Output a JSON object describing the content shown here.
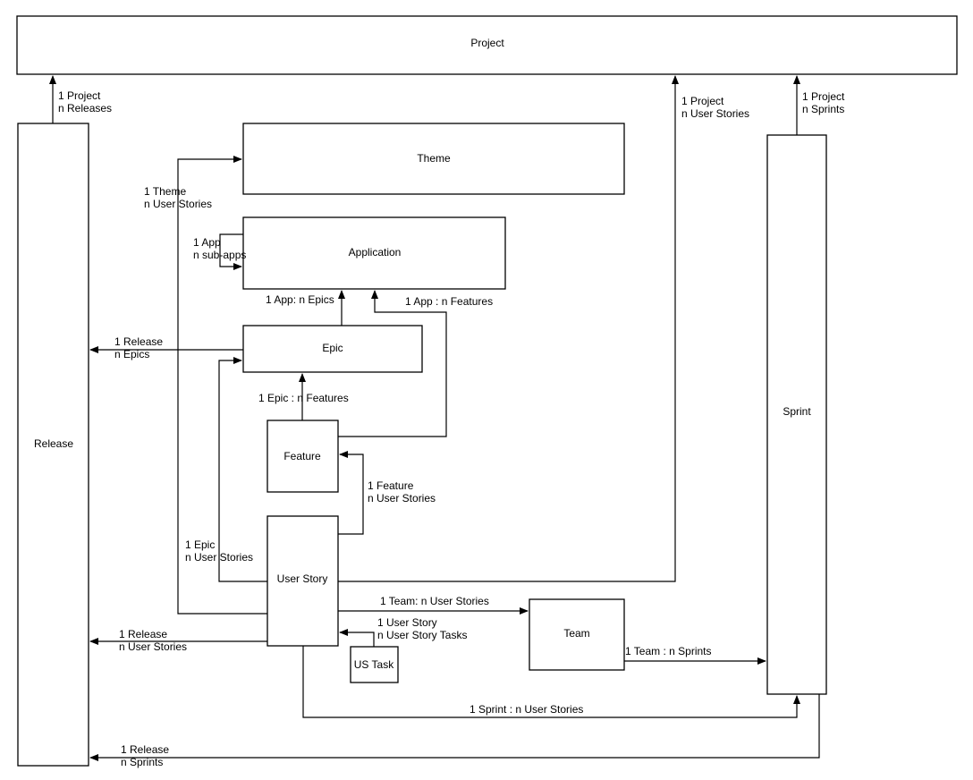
{
  "entities": {
    "project": "Project",
    "release": "Release",
    "theme": "Theme",
    "application": "Application",
    "epic": "Epic",
    "feature": "Feature",
    "user_story": "User Story",
    "team": "Team",
    "us_task": "US Task",
    "sprint": "Sprint"
  },
  "relations": {
    "project_releases": [
      "1 Project",
      "n Releases"
    ],
    "project_user_stories": [
      "1 Project",
      "n User Stories"
    ],
    "project_sprints": [
      "1 Project",
      "n Sprints"
    ],
    "theme_user_stories": [
      "1 Theme",
      "n User Stories"
    ],
    "app_sub_apps": [
      "1 App",
      "n sub-apps"
    ],
    "app_epics": [
      "1 App: n Epics"
    ],
    "app_features": [
      "1 App : n Features"
    ],
    "release_epics": [
      "1 Release",
      "n Epics"
    ],
    "epic_features": [
      "1 Epic : n Features"
    ],
    "feature_user_stories": [
      "1 Feature",
      "n User Stories"
    ],
    "epic_user_stories": [
      "1 Epic",
      "n User Stories"
    ],
    "team_user_stories": [
      "1 Team: n User Stories"
    ],
    "user_story_tasks": [
      "1 User Story",
      "n User Story Tasks"
    ],
    "release_user_stories": [
      "1 Release",
      "n User Stories"
    ],
    "team_sprints": [
      "1 Team : n Sprints"
    ],
    "sprint_user_stories": [
      "1 Sprint : n User Stories"
    ],
    "release_sprints": [
      "1 Release",
      "n Sprints"
    ]
  }
}
